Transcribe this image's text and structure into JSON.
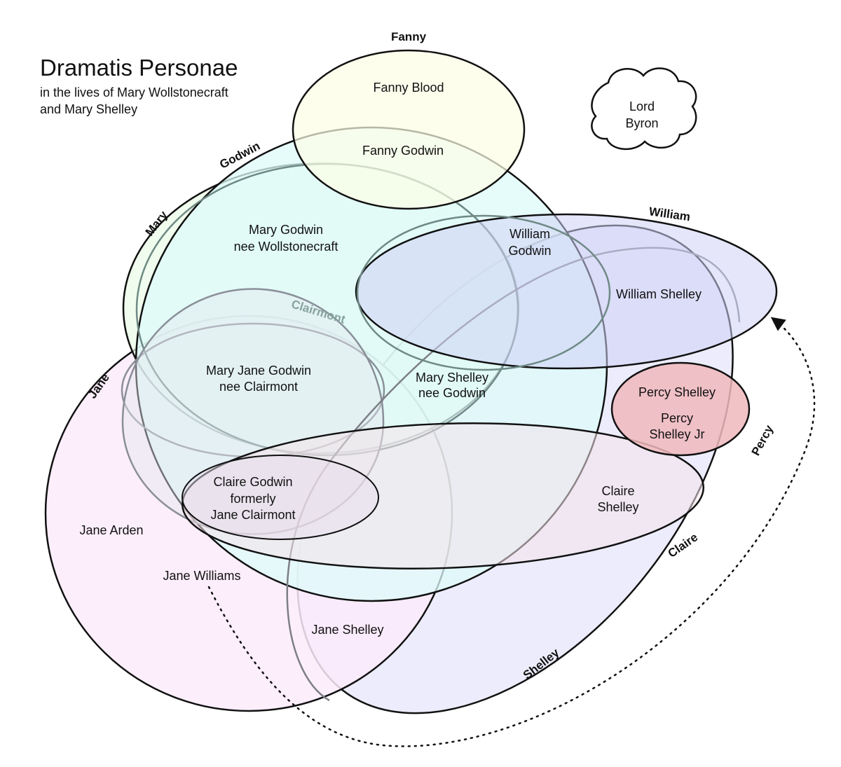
{
  "title": "Dramatis Personae",
  "subtitle_lines": [
    "in the lives of Mary Wollstonecraft",
    "and Mary Shelley"
  ],
  "sets": {
    "fanny": {
      "label": "Fanny",
      "fill": "#fdfde6"
    },
    "godwin": {
      "label": "Godwin",
      "fill": "#ddfbf9"
    },
    "mary": {
      "label": "Mary",
      "fill": "#eafbe6"
    },
    "clairmont": {
      "label": "Clairmont",
      "fill": "#e4e6ee"
    },
    "william": {
      "label": "William",
      "fill": "#cfd1f6"
    },
    "jane": {
      "label": "Jane",
      "fill": "#fcebfa"
    },
    "shelley": {
      "label": "Shelley",
      "fill": "#e6e6fb"
    },
    "claire": {
      "label": "Claire",
      "fill": "#f4e4ea"
    },
    "percy": {
      "label": "Percy",
      "fill": "#f0b8bc"
    }
  },
  "people": {
    "fanny_blood": "Fanny Blood",
    "fanny_godwin": "Fanny Godwin",
    "lord_byron": [
      "Lord",
      "Byron"
    ],
    "mary_godwin": [
      "Mary Godwin",
      "nee Wollstonecraft"
    ],
    "william_godwin": [
      "William",
      "Godwin"
    ],
    "william_shelley": "William Shelley",
    "mary_jane_godwin": [
      "Mary Jane Godwin",
      "nee Clairmont"
    ],
    "mary_shelley": [
      "Mary Shelley",
      "nee Godwin"
    ],
    "percy_shelley": "Percy Shelley",
    "percy_shelley_jr": [
      "Percy",
      "Shelley Jr"
    ],
    "claire_godwin": [
      "Claire Godwin",
      "formerly",
      "Jane Clairmont"
    ],
    "claire_shelley": [
      "Claire",
      "Shelley"
    ],
    "jane_arden": "Jane Arden",
    "jane_williams": "Jane Williams",
    "jane_shelley": "Jane Shelley"
  },
  "connector": {
    "from": "Jane Williams",
    "to": "William",
    "style": "dotted-arrow"
  }
}
